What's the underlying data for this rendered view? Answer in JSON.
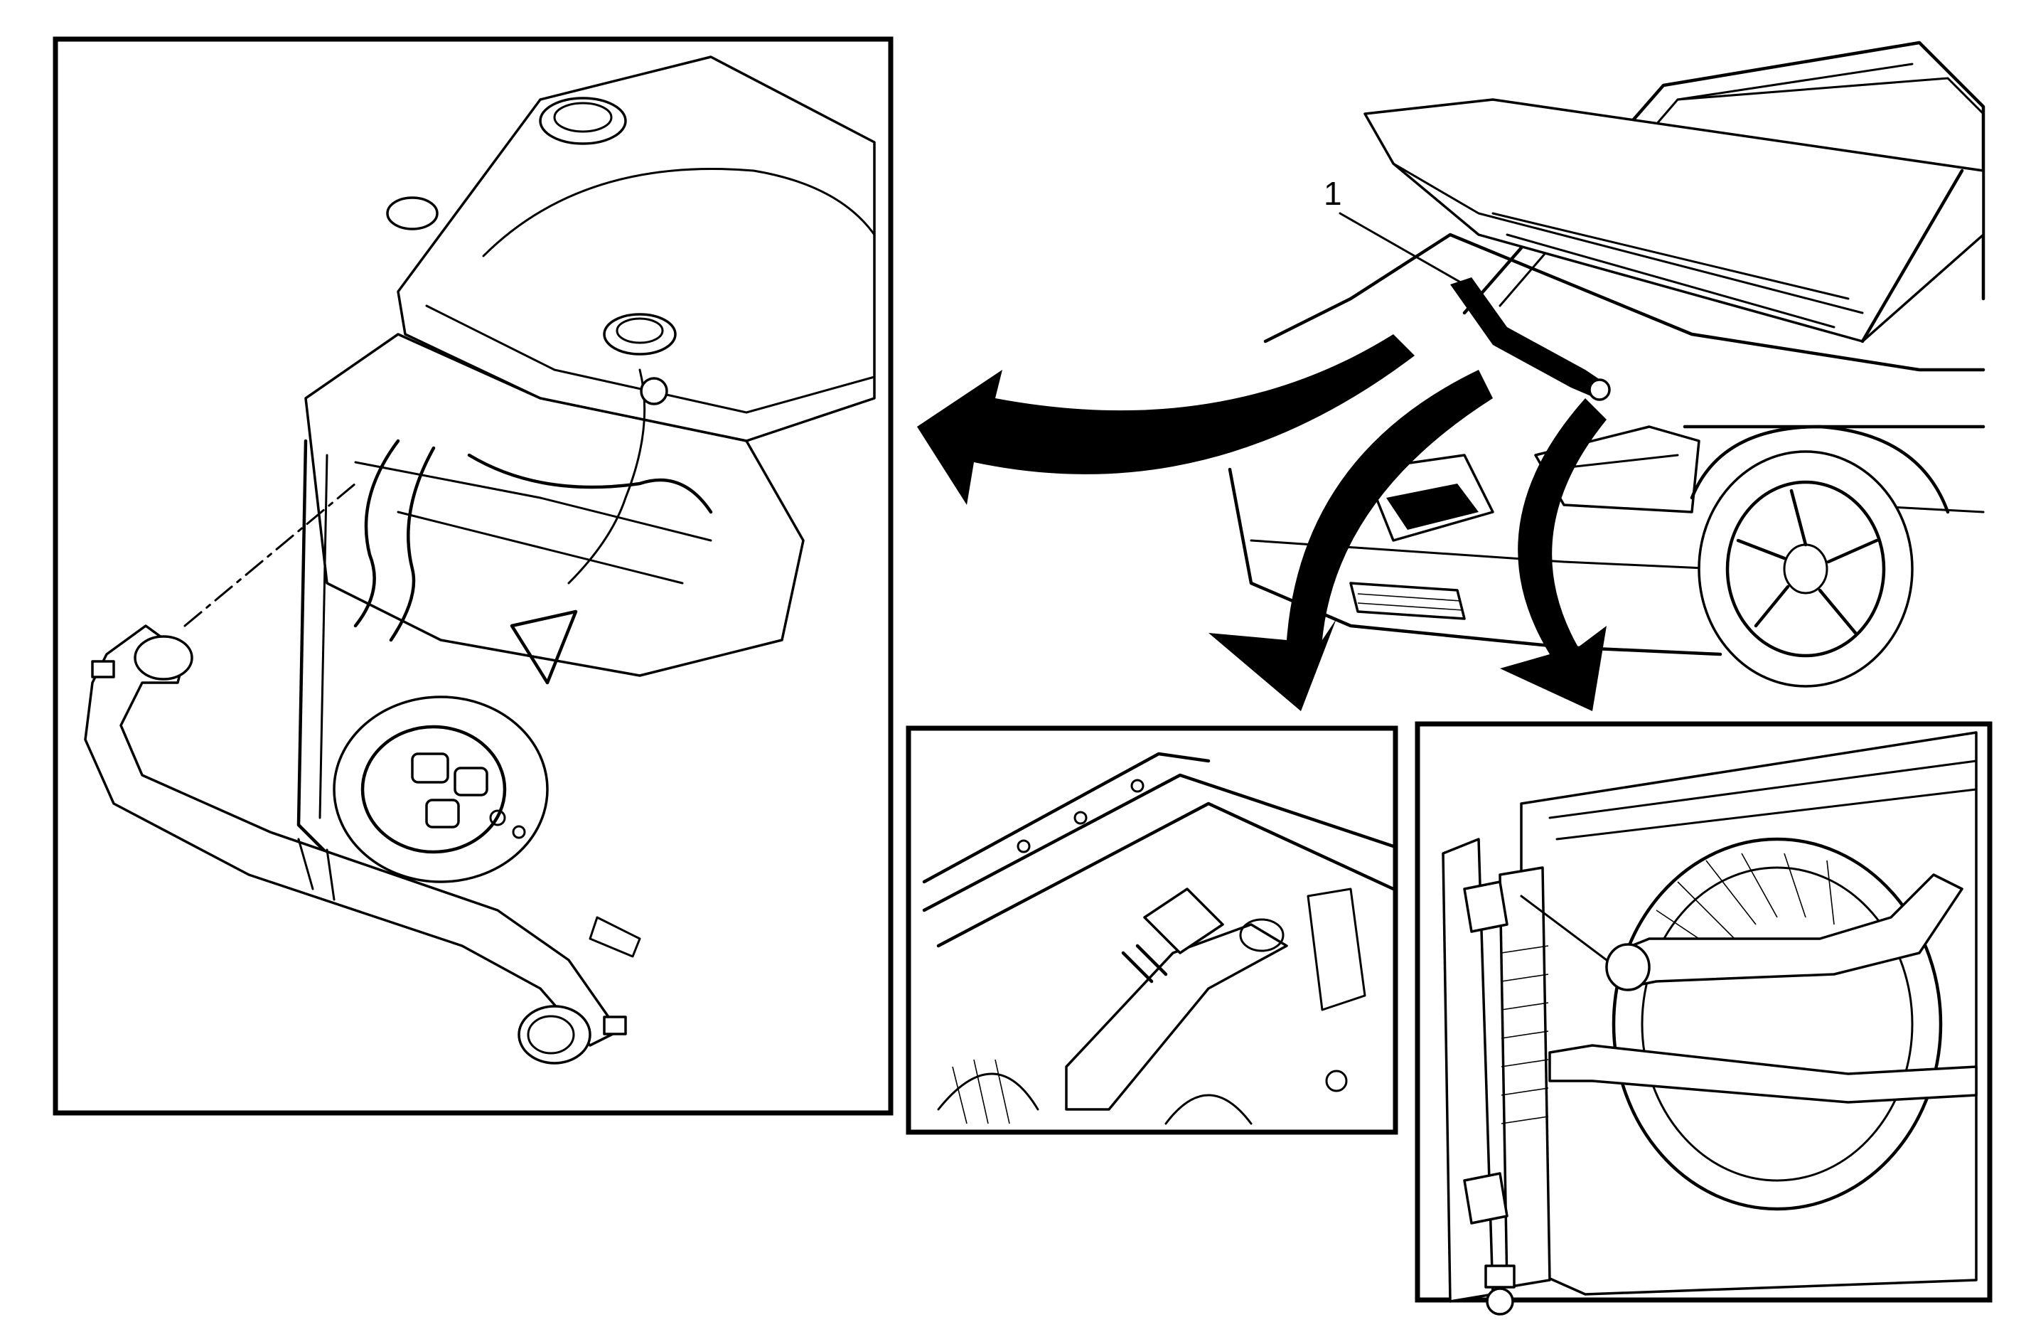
{
  "callouts": [
    {
      "id": "1",
      "label": "1"
    }
  ],
  "panels": [
    "engine-compartment-detail",
    "vehicle-front-overview",
    "lower-underhood-detail",
    "radiator-fan-detail"
  ],
  "colors": {
    "ink": "#000000",
    "paper": "#ffffff"
  }
}
